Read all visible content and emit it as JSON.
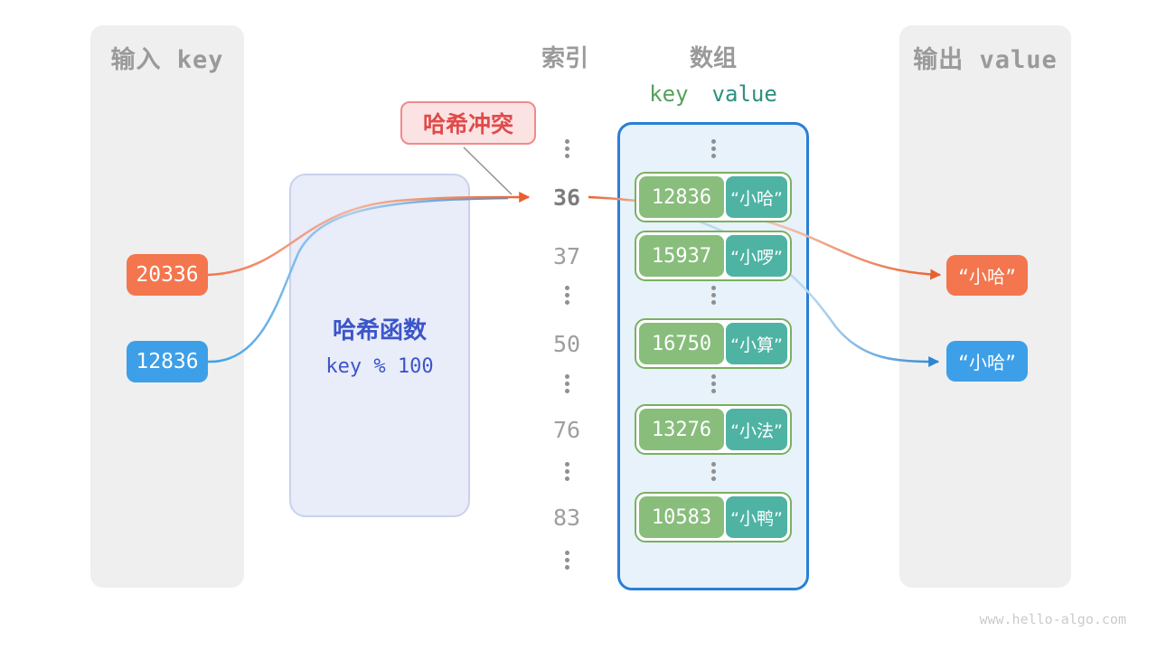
{
  "watermark": "www.hello-algo.com",
  "input_panel": {
    "title": "输入 key",
    "keys": [
      {
        "value": "20336",
        "color": "#f3764e"
      },
      {
        "value": "12836",
        "color": "#3d9fe8"
      }
    ]
  },
  "hash_function": {
    "title": "哈希函数",
    "formula": "key % 100"
  },
  "collision_label": {
    "text": "哈希冲突"
  },
  "index_column": {
    "title": "索引",
    "items": [
      {
        "label": "36",
        "highlight": true
      },
      {
        "label": "37",
        "highlight": false
      },
      {
        "label": "50",
        "highlight": false
      },
      {
        "label": "76",
        "highlight": false
      },
      {
        "label": "83",
        "highlight": false
      }
    ]
  },
  "array_panel": {
    "title": "数组",
    "key_header": "key",
    "value_header": "value",
    "rows": [
      {
        "key": "12836",
        "value": "“小哈”"
      },
      {
        "key": "15937",
        "value": "“小啰”"
      },
      {
        "key": "16750",
        "value": "“小算”"
      },
      {
        "key": "13276",
        "value": "“小法”"
      },
      {
        "key": "10583",
        "value": "“小鸭”"
      }
    ]
  },
  "output_panel": {
    "title": "输出 value",
    "values": [
      {
        "text": "“小哈”",
        "color": "#f3764e"
      },
      {
        "text": "“小哈”",
        "color": "#3d9fe8"
      }
    ]
  },
  "colors": {
    "orange": "#f3764e",
    "blue": "#3d9fe8",
    "key_green": "#88bd7c",
    "value_teal": "#4fb3a4",
    "array_border": "#2a7fd4",
    "hash_text": "#3b55c9",
    "collision_red": "#e04b4b"
  }
}
